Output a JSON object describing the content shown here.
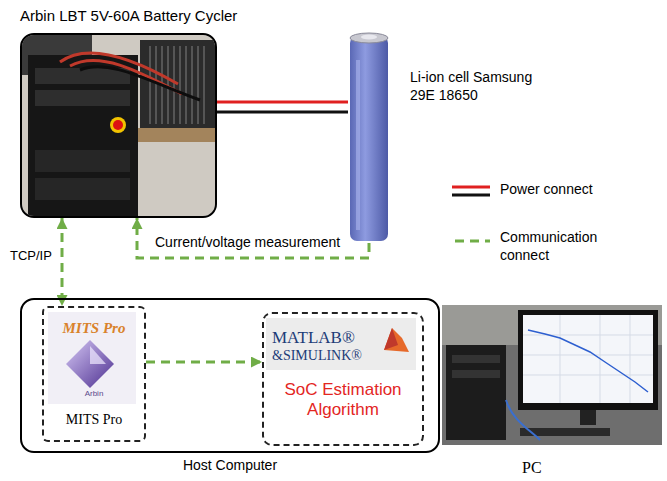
{
  "diagram": {
    "nodes": [
      {
        "text": [
          "Arbin LBT 5V-60A Battery Cycler"
        ]
      },
      {
        "text": [
          "Li-ion cell Samsung 29E 18650"
        ]
      },
      {
        "text": [
          "Host Computer"
        ]
      },
      {
        "text": [
          "MITS Pro",
          "Arbin",
          "MITS Pro"
        ],
        "in": 2
      },
      {
        "text": [
          "MATLAB®",
          "&SIMULINK®",
          "SoC Estimation Algorithm"
        ],
        "in": 2
      }
    ],
    "edges": [
      {
        "from": 0,
        "to": 1,
        "arrow": "none"
      },
      {
        "from": 1,
        "to": 0,
        "arrow": "to",
        "label": "Current/voltage measurement"
      },
      {
        "from": 0,
        "to": 3,
        "arrow": "both",
        "label": "TCP/IP"
      },
      {
        "from": 3,
        "to": 4,
        "arrow": "to"
      }
    ],
    "labels": [
      "PC"
    ],
    "legend": [
      {
        "text": "Power connect"
      },
      {
        "text": "Communication connect"
      }
    ]
  }
}
